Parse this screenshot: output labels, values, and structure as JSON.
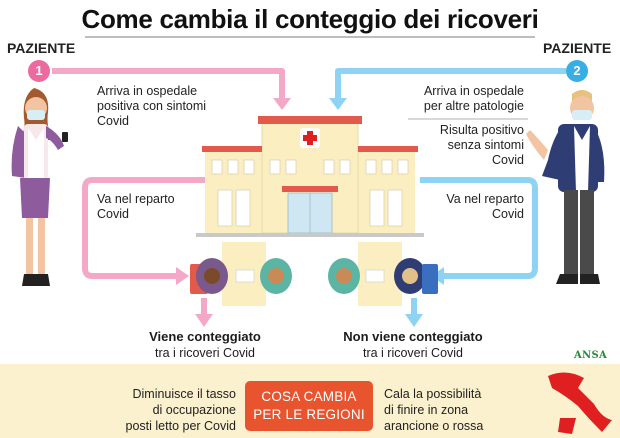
{
  "title": "Come cambia il conteggio dei ricoveri",
  "patient_left": {
    "label": "PAZIENTE",
    "number": "1"
  },
  "patient_right": {
    "label": "PAZIENTE",
    "number": "2"
  },
  "left_flow": {
    "arrival_line1": "Arriva in ospedale",
    "arrival_line2": "positiva con sintomi",
    "arrival_line3": "Covid",
    "ward_line1": "Va nel reparto",
    "ward_line2": "Covid",
    "outcome_bold": "Viene conteggiato",
    "outcome_line": "tra i ricoveri Covid"
  },
  "right_flow": {
    "arrival_line1": "Arriva in ospedale",
    "arrival_line2": "per altre patologie",
    "test_line1": "Risulta positivo",
    "test_line2": "senza sintomi",
    "test_line3": "Covid",
    "ward_line1": "Va nel reparto",
    "ward_line2": "Covid",
    "outcome_bold": "Non viene conteggiato",
    "outcome_line": "tra i ricoveri Covid"
  },
  "source": "ANSA",
  "bottom": {
    "left_line1": "Diminuisce il tasso",
    "left_line2": "di occupazione",
    "left_line3": "posti letto per Covid",
    "center_line1": "COSA CAMBIA",
    "center_line2": "PER LE REGIONI",
    "right_line1": "Cala la possibilità",
    "right_line2": "di finire in zona",
    "right_line3": "arancione o rossa"
  },
  "colors": {
    "pink_flow": "#f4a8c8",
    "blue_flow": "#8fd3f4",
    "cta_orange": "#e7542e",
    "italy_orange": "#f5a623",
    "italy_red": "#e02020"
  },
  "icons": [
    "woman-patient",
    "man-patient",
    "hospital-building",
    "red-cross-icon",
    "bed-icon",
    "italy-map-orange",
    "italy-map-red"
  ]
}
